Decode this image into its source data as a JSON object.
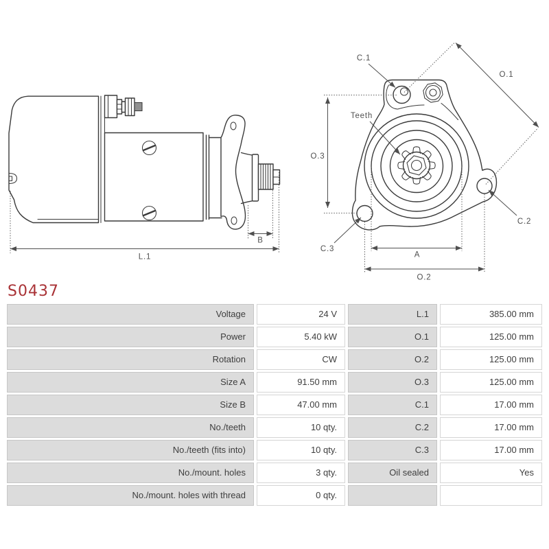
{
  "product": {
    "code": "S0437",
    "code_color": "#a93236"
  },
  "drawing": {
    "line_color": "#3a3a3a",
    "dim_color": "#4f4f4f",
    "side_view": {
      "dim_b": "B",
      "dim_l1": "L.1"
    },
    "front_view": {
      "dim_c1": "C.1",
      "dim_o1": "O.1",
      "dim_teeth": "Teeth",
      "dim_o3": "O.3",
      "dim_c2": "C.2",
      "dim_c3": "C.3",
      "dim_a": "A",
      "dim_o2": "O.2"
    }
  },
  "spec_table": {
    "label_bg": "#dcdcdc",
    "rows": [
      {
        "c1": "Voltage",
        "c2": "24 V",
        "c3": "L.1",
        "c4": "385.00 mm"
      },
      {
        "c1": "Power",
        "c2": "5.40 kW",
        "c3": "O.1",
        "c4": "125.00 mm"
      },
      {
        "c1": "Rotation",
        "c2": "CW",
        "c3": "O.2",
        "c4": "125.00 mm"
      },
      {
        "c1": "Size A",
        "c2": "91.50 mm",
        "c3": "O.3",
        "c4": "125.00 mm"
      },
      {
        "c1": "Size B",
        "c2": "47.00 mm",
        "c3": "C.1",
        "c4": "17.00 mm"
      },
      {
        "c1": "No./teeth",
        "c2": "10 qty.",
        "c3": "C.2",
        "c4": "17.00 mm"
      },
      {
        "c1": "No./teeth (fits into)",
        "c2": "10 qty.",
        "c3": "C.3",
        "c4": "17.00 mm"
      },
      {
        "c1": "No./mount. holes",
        "c2": "3 qty.",
        "c3": "Oil sealed",
        "c4": "Yes"
      },
      {
        "c1": "No./mount. holes with thread",
        "c2": "0 qty.",
        "c3": "",
        "c4": ""
      }
    ]
  }
}
